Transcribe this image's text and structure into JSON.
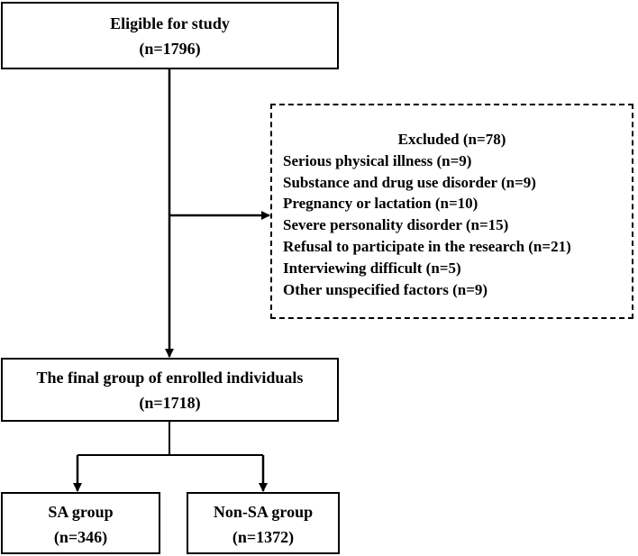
{
  "eligible": {
    "title": "Eligible for study",
    "count": "(n=1796)"
  },
  "excluded": {
    "title": "Excluded (n=78)",
    "items": [
      "Serious physical illness (n=9)",
      "Substance and drug use disorder (n=9)",
      "Pregnancy or lactation (n=10)",
      "Severe personality disorder (n=15)",
      "Refusal to participate in the research (n=21)",
      "Interviewing difficult (n=5)",
      "Other unspecified factors (n=9)"
    ]
  },
  "final_group": {
    "title": "The final group of enrolled individuals",
    "count": "(n=1718)"
  },
  "sa_group": {
    "title": "SA group",
    "count": "(n=346)"
  },
  "non_sa_group": {
    "title": "Non-SA group",
    "count": "(n=1372)"
  }
}
